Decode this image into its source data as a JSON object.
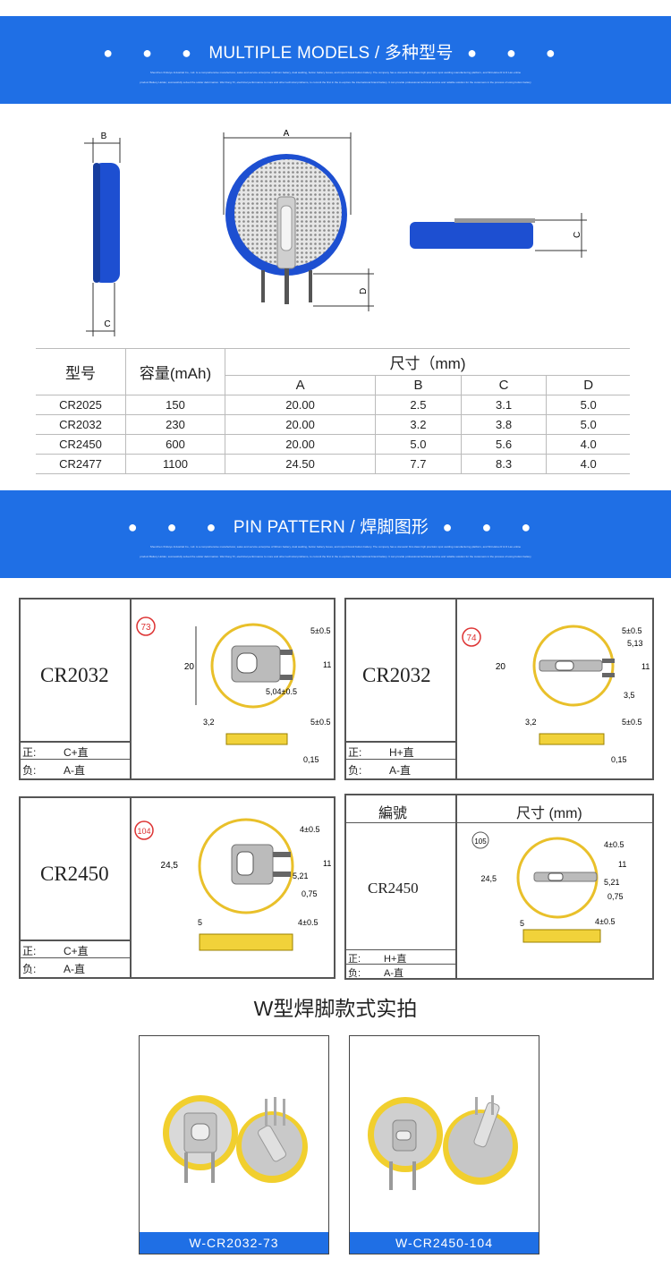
{
  "banner1": {
    "dots_left": "●  ●  ●",
    "title": "MULTIPLE MODELS / 多种型号",
    "dots_right": "●  ●  ●",
    "fine1": "Shenzhen Xinfeiye Industrial Co., Ltd. is a comprehensive manufacturer, sales and service enterprise of lithium battery, dual welding, button battery boxes, and import brand button battery. The company has a domestic first-class high precision spot welding manufacturing platform, and Shin-Etsu R & D Lan-online",
    "fine2": "product Battery Holder, successfully solved the solder deformation. Wei Dong Tri, electrical performance to more and other technical problems, to commit the first in the to explore the international brand battery. It can provide professional technical service and reliable solution for the customers in the process of using button battery"
  },
  "dims": {
    "a": "A",
    "b": "B",
    "c": "C",
    "d": "D"
  },
  "table": {
    "col_model": "型号",
    "col_capacity": "容量(mAh)",
    "col_size": "尺寸（mm)",
    "sub": [
      "A",
      "B",
      "C",
      "D"
    ],
    "rows": [
      [
        "CR2025",
        "150",
        "20.00",
        "2.5",
        "3.1",
        "5.0"
      ],
      [
        "CR2032",
        "230",
        "20.00",
        "3.2",
        "3.8",
        "5.0"
      ],
      [
        "CR2450",
        "600",
        "20.00",
        "5.0",
        "5.6",
        "4.0"
      ],
      [
        "CR2477",
        "1100",
        "24.50",
        "7.7",
        "8.3",
        "4.0"
      ]
    ]
  },
  "banner2": {
    "dots_left": "●  ●  ●",
    "title": "PIN PATTERN / 焊脚图形",
    "dots_right": "●  ●  ●"
  },
  "pins": [
    {
      "model": "CR2032",
      "num": "73",
      "pos": "正:",
      "pos_val": "C+直",
      "neg": "负:",
      "neg_val": "A-直",
      "d_dia": "20",
      "d_pin": "5±0.5",
      "d_h": "11",
      "d_gap": "5,04±0.5",
      "d_thk": "3,2",
      "d_pin2": "5±0.5",
      "d_off": "0,15"
    },
    {
      "model": "CR2032",
      "num": "74",
      "pos": "正:",
      "pos_val": "H+直",
      "neg": "负:",
      "neg_val": "A-直",
      "d_dia": "20",
      "d_pin": "5±0.5",
      "d_h": "11",
      "d_gap": "5,13",
      "d_gap2": "3,5",
      "d_thk": "3,2",
      "d_pin2": "5±0.5",
      "d_off": "0,15"
    },
    {
      "model": "CR2450",
      "num": "104",
      "pos": "正:",
      "pos_val": "C+直",
      "neg": "负:",
      "neg_val": "A-直",
      "d_dia": "24,5",
      "d_pin": "4±0.5",
      "d_h": "11",
      "d_gap": "5,21",
      "d_off": "0,75",
      "d_thk": "5",
      "d_pin2": "4±0.5"
    },
    {
      "hdr_model": "編號",
      "hdr_size": "尺寸 (mm)",
      "model": "CR2450",
      "num": "105",
      "pos": "正:",
      "pos_val": "H+直",
      "neg": "负:",
      "neg_val": "A-直",
      "d_dia": "24,5",
      "d_pin": "4±0.5",
      "d_h": "11",
      "d_gap": "5,21",
      "d_off": "0,75",
      "d_thk": "5",
      "d_pin2": "4±0.5"
    }
  ],
  "photos_title": "W型焊脚款式实拍",
  "photos": [
    {
      "caption": "W-CR2032-73"
    },
    {
      "caption": "W-CR2450-104"
    }
  ],
  "colors": {
    "brand_blue": "#1f6fe5",
    "battery_blue": "#1d4fd1",
    "yellow": "#f1d23a"
  }
}
